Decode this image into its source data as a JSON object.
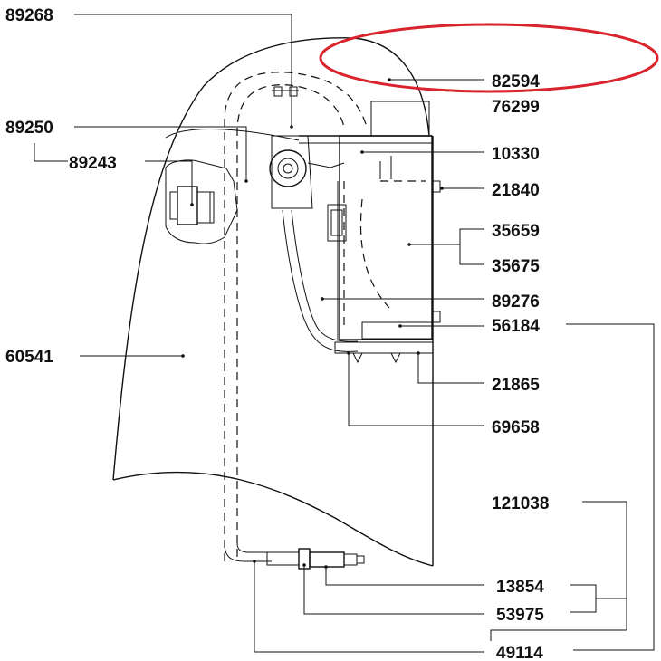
{
  "labels": {
    "l89268": "89268",
    "l89250": "89250",
    "l89243": "89243",
    "l60541": "60541",
    "l82594": "82594",
    "l76299": "76299",
    "l10330": "10330",
    "l21840": "21840",
    "l35659": "35659",
    "l35675": "35675",
    "l89276": "89276",
    "l56184": "56184",
    "l21865": "21865",
    "l69658": "69658",
    "l121038": "121038",
    "l13854": "13854",
    "l53975": "53975",
    "l49114": "49114"
  },
  "colors": {
    "line": "#111111",
    "highlight": "#d9232d",
    "background": "#ffffff"
  }
}
